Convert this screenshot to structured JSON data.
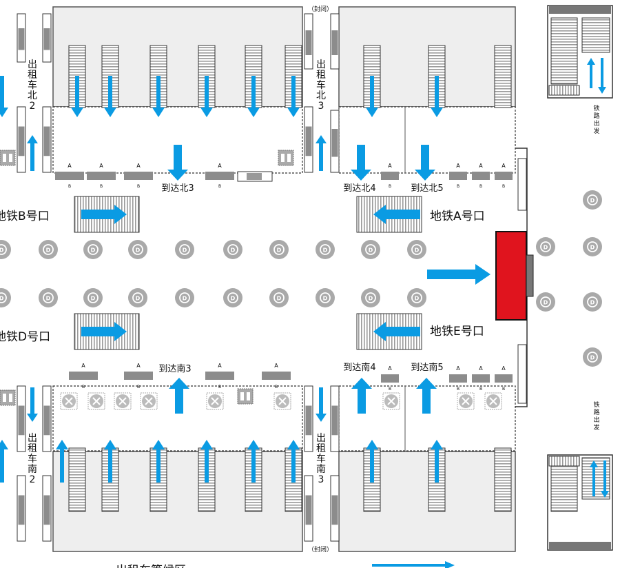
{
  "labels": {
    "closed": "（封闭）",
    "taxi_north_2": [
      "出",
      "租",
      "车",
      "北",
      "2"
    ],
    "taxi_north_3": [
      "出",
      "租",
      "车",
      "北",
      "3"
    ],
    "taxi_south_2": [
      "出",
      "租",
      "车",
      "南",
      "2"
    ],
    "taxi_south_3": [
      "出",
      "租",
      "车",
      "南",
      "3"
    ],
    "arrive_north_3": "到达北3",
    "arrive_north_4": "到达北4",
    "arrive_north_5": "到达北5",
    "arrive_south_3": "到达南3",
    "arrive_south_4": "到达南4",
    "arrive_south_5": "到达南5",
    "metro_a": "地铁A号口",
    "metro_b": "地铁B号口",
    "metro_d": "地铁D号口",
    "metro_e": "地铁E号口",
    "rail_exit": [
      "铁",
      "路",
      "出",
      "发"
    ],
    "taxi_pool": "出租车等候区",
    "seat_a": "A",
    "seat_b": "B",
    "pillar_mark": "D"
  },
  "colors": {
    "arrow_blue": "#0a9be3",
    "highlight_red": "#e0141e",
    "pillar_gray": "#a9a9a9",
    "bar_gray": "#8c8c8c",
    "zone_fill": "#eeeeee"
  },
  "icons": {
    "pillar": "pillar-d-icon",
    "restroom": "restroom-icon",
    "blocked": "blocked-x-icon",
    "arrow": "direction-arrow-icon",
    "escalator": "escalator-icon"
  }
}
